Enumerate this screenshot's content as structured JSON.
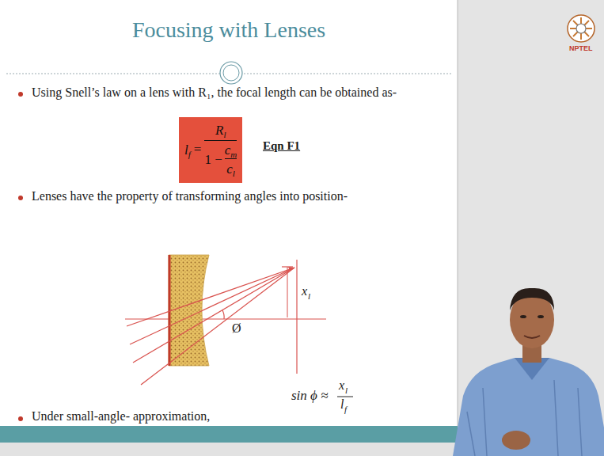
{
  "diagram": {
    "title": "Focusing with Lenses",
    "nodes": [
      {
        "text": [
          "l",
          "f",
          "=",
          "R",
          "l",
          "1 −",
          "c",
          "m",
          "c",
          "l"
        ]
      }
    ],
    "labels": [
      "Using Snell’s law on a lens with R₁, the focal length can be obtained as-",
      "Eqn F1",
      "Lenses have the property of transforming angles into position-",
      "Ø",
      "x",
      "l",
      "sin ϕ ≈",
      "x",
      "l",
      "l",
      "f",
      "Under small-angle- approximation,",
      "NPTEL"
    ]
  }
}
